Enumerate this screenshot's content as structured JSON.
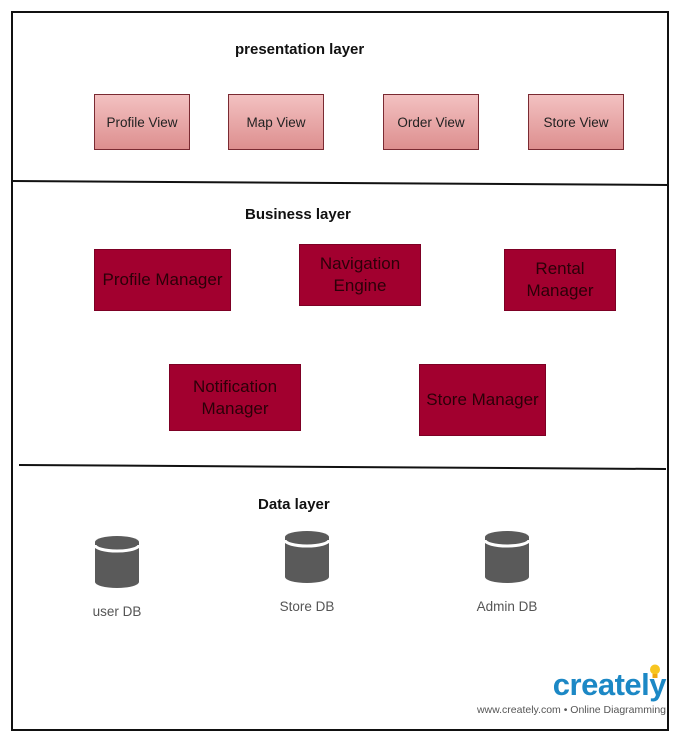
{
  "layers": {
    "presentation": {
      "title": "presentation layer",
      "views": [
        "Profile View",
        "Map View",
        "Order View",
        "Store View"
      ]
    },
    "business": {
      "title": "Business layer",
      "managers": [
        "Profile Manager",
        "Navigation Engine",
        "Rental Manager",
        "Notification Manager",
        "Store Manager"
      ]
    },
    "data": {
      "title": "Data layer",
      "databases": [
        "user DB",
        "Store DB",
        "Admin DB"
      ]
    }
  },
  "brand": {
    "logo": "creately",
    "tagline": "www.creately.com • Online Diagramming"
  },
  "colors": {
    "view_fill_top": "#f3c1c1",
    "view_fill_bottom": "#dd8f8f",
    "manager_fill": "#a2002f",
    "database_fill": "#5a5a5a",
    "brand_blue": "#1c88c5"
  },
  "icons": {
    "database": "database-cylinder-icon",
    "bulb": "lightbulb-icon"
  }
}
